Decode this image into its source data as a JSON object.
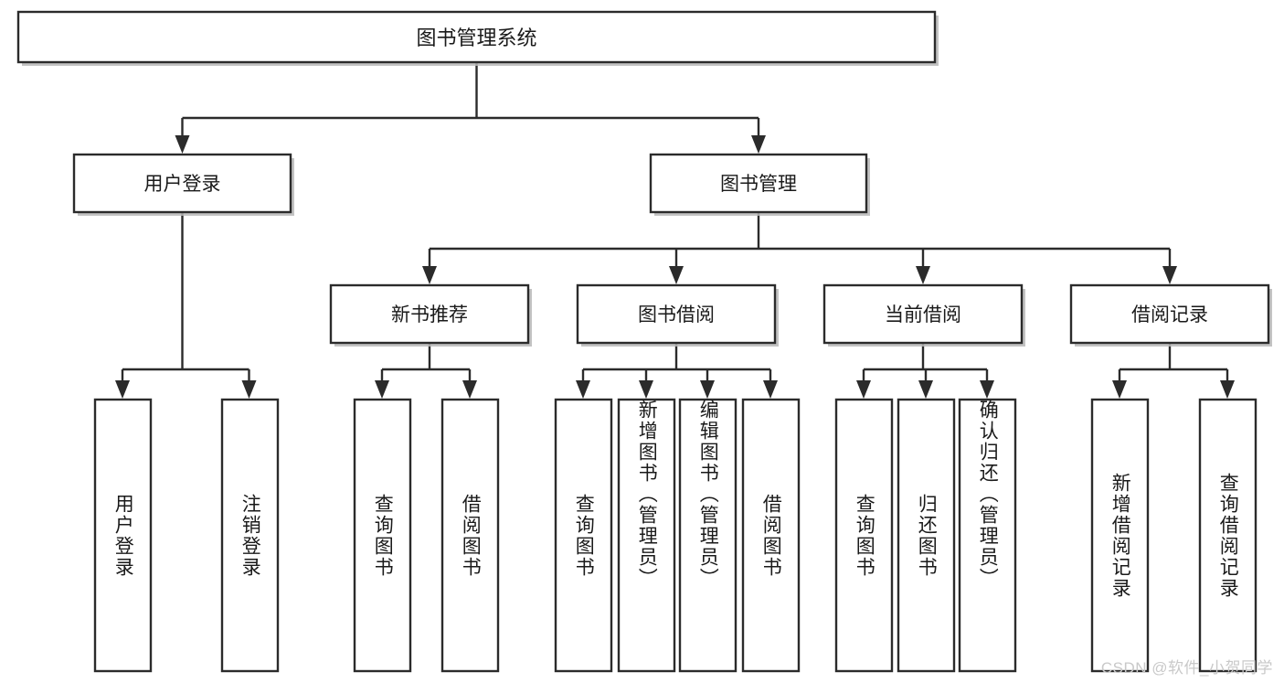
{
  "diagram": {
    "type": "tree-hierarchy",
    "title": "图书管理系统",
    "watermark": "CSDN @软件_小贺同学",
    "colors": {
      "box_fill": "#ffffff",
      "box_stroke": "#2b2b2b",
      "text": "#1a1a1a",
      "background": "#ffffff",
      "watermark": "#c9c9c9"
    },
    "root": {
      "label": "图书管理系统",
      "level": 1
    },
    "level2": [
      {
        "label": "用户登录"
      },
      {
        "label": "图书管理"
      }
    ],
    "level3": [
      {
        "label": "新书推荐",
        "parent": "图书管理"
      },
      {
        "label": "图书借阅",
        "parent": "图书管理"
      },
      {
        "label": "当前借阅",
        "parent": "图书管理"
      },
      {
        "label": "借阅记录",
        "parent": "图书管理"
      }
    ],
    "leaves": {
      "user_login": [
        {
          "label": "用户登录"
        },
        {
          "label": "注销登录"
        }
      ],
      "new_book_recommend": [
        {
          "label": "查询图书"
        },
        {
          "label": "借阅图书"
        }
      ],
      "book_borrow": [
        {
          "label": "查询图书"
        },
        {
          "label": "新增图书（管理员）"
        },
        {
          "label": "编辑图书（管理员）"
        },
        {
          "label": "借阅图书"
        }
      ],
      "current_borrow": [
        {
          "label": "查询图书"
        },
        {
          "label": "归还图书"
        },
        {
          "label": "确认归还（管理员）"
        }
      ],
      "borrow_record": [
        {
          "label": "新增借阅记录"
        },
        {
          "label": "查询借阅记录"
        }
      ]
    }
  }
}
